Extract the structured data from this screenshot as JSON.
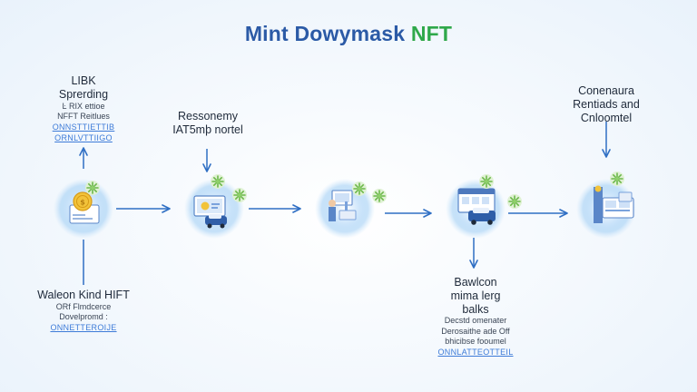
{
  "title": {
    "main": "Mint Dowymask",
    "accent": "NFT"
  },
  "colors": {
    "title_blue": "#2b5aa6",
    "title_green": "#2fa84a",
    "arrow_blue": "#2f6fc4",
    "glow_blue": "#8cc3f2",
    "leaf_green": "#7cc25a",
    "link_blue": "#3d7bd8"
  },
  "labels": {
    "top_left": {
      "lines": [
        "LIBK",
        "Sprerding"
      ],
      "sub": [
        "Ŀ RIX ettioe",
        "NFFT Reitlues"
      ],
      "links": [
        "ONNSTTIETTIB",
        "ORNLVTTIIGO"
      ]
    },
    "top_second": {
      "lines": [
        "Ressonemy",
        "IAT5mþ nortel"
      ]
    },
    "top_right": {
      "lines": [
        "Conenaura",
        "Rentiads and",
        "Cnloomtel"
      ]
    },
    "bottom_left": {
      "lines": [
        "Waleon Kind HIFT"
      ],
      "sub": [
        "ORf Flmdcerce",
        "Dovelpromd :"
      ],
      "links": [
        "ONNETTEROIJE"
      ]
    },
    "bottom_fourth": {
      "lines": [
        "Bawlcon",
        "mima lerg",
        "balks"
      ],
      "sub": [
        "Decstd omenater",
        "Derosaithe ade Off",
        "bhicibse fooumel"
      ],
      "links": [
        "ONNLATTEOTTEIL"
      ]
    }
  },
  "nodes": [
    {
      "name": "wallet-coin",
      "icon": "coin-wallet-icon"
    },
    {
      "name": "laptop-car",
      "icon": "laptop-car-icon"
    },
    {
      "name": "builder",
      "icon": "builder-icon"
    },
    {
      "name": "market-car",
      "icon": "market-car-icon"
    },
    {
      "name": "collection-display",
      "icon": "collection-display-icon"
    }
  ]
}
